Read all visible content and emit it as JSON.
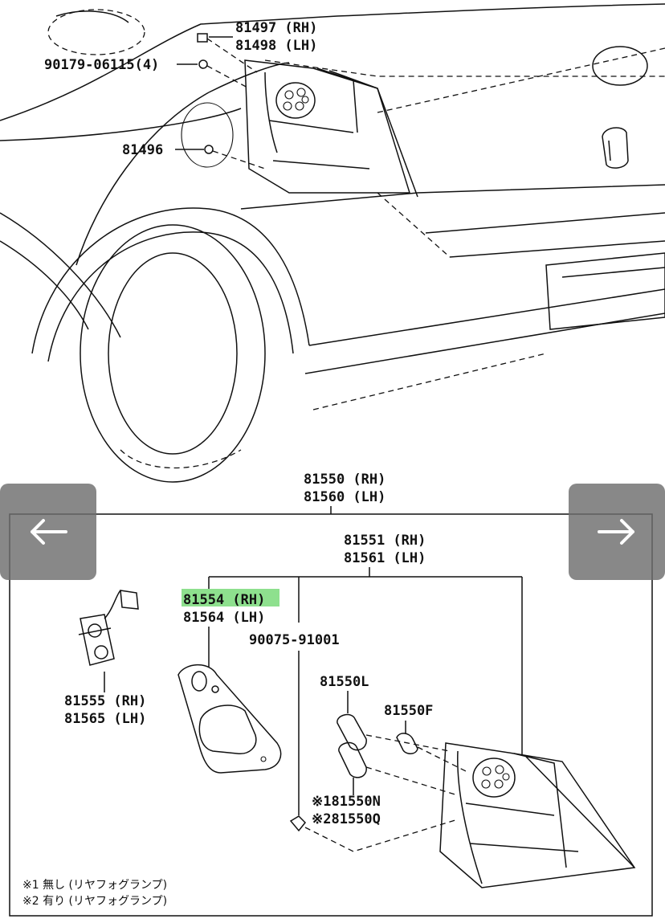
{
  "labels": {
    "p81497": "81497 (RH)",
    "p81498": "81498 (LH)",
    "p90179": "90179-06115(4)",
    "p81496": "81496",
    "p81550": "81550 (RH)",
    "p81560": "81560 (LH)",
    "p81551": "81551 (RH)",
    "p81561": "81561 (LH)",
    "p81554": "81554 (RH)",
    "p81564": "81564 (LH)",
    "p90075": "90075-91001",
    "p81555": "81555 (RH)",
    "p81565": "81565 (LH)",
    "p81550L": "81550L",
    "p81550F": "81550F",
    "p81550N": "※181550N",
    "p81550Q": "※281550Q"
  },
  "notes": {
    "note1": "※1 無し (リヤフォグランプ)",
    "note2": "※2 有り (リヤフォグランプ)"
  },
  "highlight_color": "#8ee08e",
  "nav": {
    "prev_icon": "arrow-left-icon",
    "next_icon": "arrow-right-icon"
  }
}
